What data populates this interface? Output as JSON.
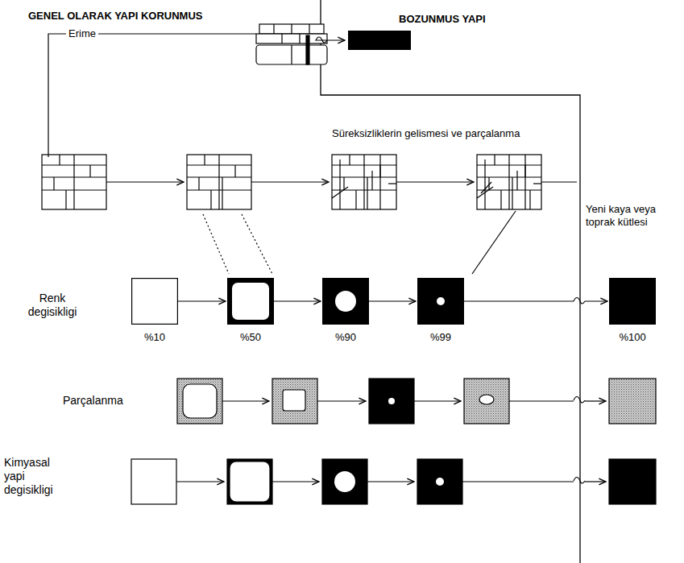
{
  "diagram": {
    "nodes": [
      {
        "text": [
          "%10"
        ]
      },
      {
        "text": [
          "%50"
        ]
      },
      {
        "text": [
          "%90"
        ]
      },
      {
        "text": [
          "%99"
        ]
      },
      {
        "text": [
          "%100"
        ]
      }
    ],
    "edges": [
      {
        "from": 0,
        "to": 1,
        "arrow": "to"
      },
      {
        "from": 1,
        "to": 2,
        "arrow": "to"
      },
      {
        "from": 2,
        "to": 3,
        "arrow": "to"
      },
      {
        "from": 3,
        "to": 4,
        "arrow": "to"
      }
    ],
    "labels": [
      "GENEL OLARAK YAPI KORUNMUS",
      "BOZUNMUS YAPI",
      "Erime",
      "Süreksizliklerin gelismesi ve parçalanma",
      "Yeni kaya veya toprak kütlesi",
      "Renk degisikligi",
      "Parçalanma",
      "Kimyasal yapi degisikligi"
    ]
  }
}
